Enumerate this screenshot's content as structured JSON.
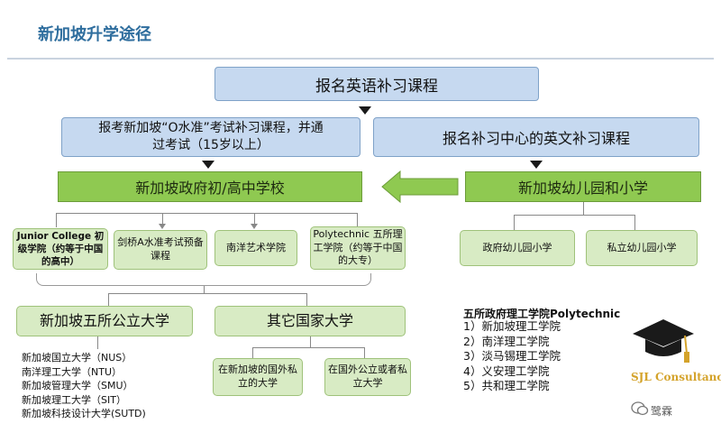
{
  "header": {
    "title": "新加坡升学途径"
  },
  "nodes": {
    "english_course": "报名英语补习课程",
    "o_level_line1": "报考新加坡“O水准”考试补习课程，并通",
    "o_level_line2": "过考试（15岁以上）",
    "tuition_center": "报名补习中心的英文补习课程",
    "gov_school": "新加坡政府初/高中学校",
    "kindergarten_primary": "新加坡幼儿园和小学",
    "junior_college": "Junior College 初级学院（约等于中国的高中）",
    "cambridge_a": "剑桥A水准考试预备课程",
    "nafa": "南洋艺术学院",
    "polytechnic": "Polytechnic 五所理工学院（约等于中国的大专）",
    "gov_kindergarten": "政府幼儿园小学",
    "private_kindergarten": "私立幼儿园小学",
    "five_public_uni": "新加坡五所公立大学",
    "other_uni": "其它国家大学",
    "sg_foreign_private": "在新加坡的国外私立的大学",
    "abroad_uni": "在国外公立或者私立大学"
  },
  "public_universities": [
    "新加坡国立大学（NUS）",
    "南洋理工大学（NTU）",
    "新加坡管理大学（SMU）",
    "新加坡理工大学（SIT）",
    "新加坡科技设计大学(SUTD)"
  ],
  "polytechnic_list": {
    "title": "五所政府理工学院Polytechnic",
    "items": [
      "1）新加坡理工学院",
      "2）南洋理工学院",
      "3）淡马锡理工学院",
      "4）义安理工学院",
      "5）共和理工学院"
    ]
  },
  "branding": {
    "logo_text": "SJL Consultancy",
    "wechat_name": "鹭霖"
  },
  "icons": {
    "logo": "graduation-cap-icon",
    "wechat": "wechat-icon"
  },
  "colors": {
    "blue_box": "#c6d9f0",
    "green_box": "#8fc951",
    "light_green_box": "#d8ebc4",
    "title": "#2f6e9e"
  }
}
